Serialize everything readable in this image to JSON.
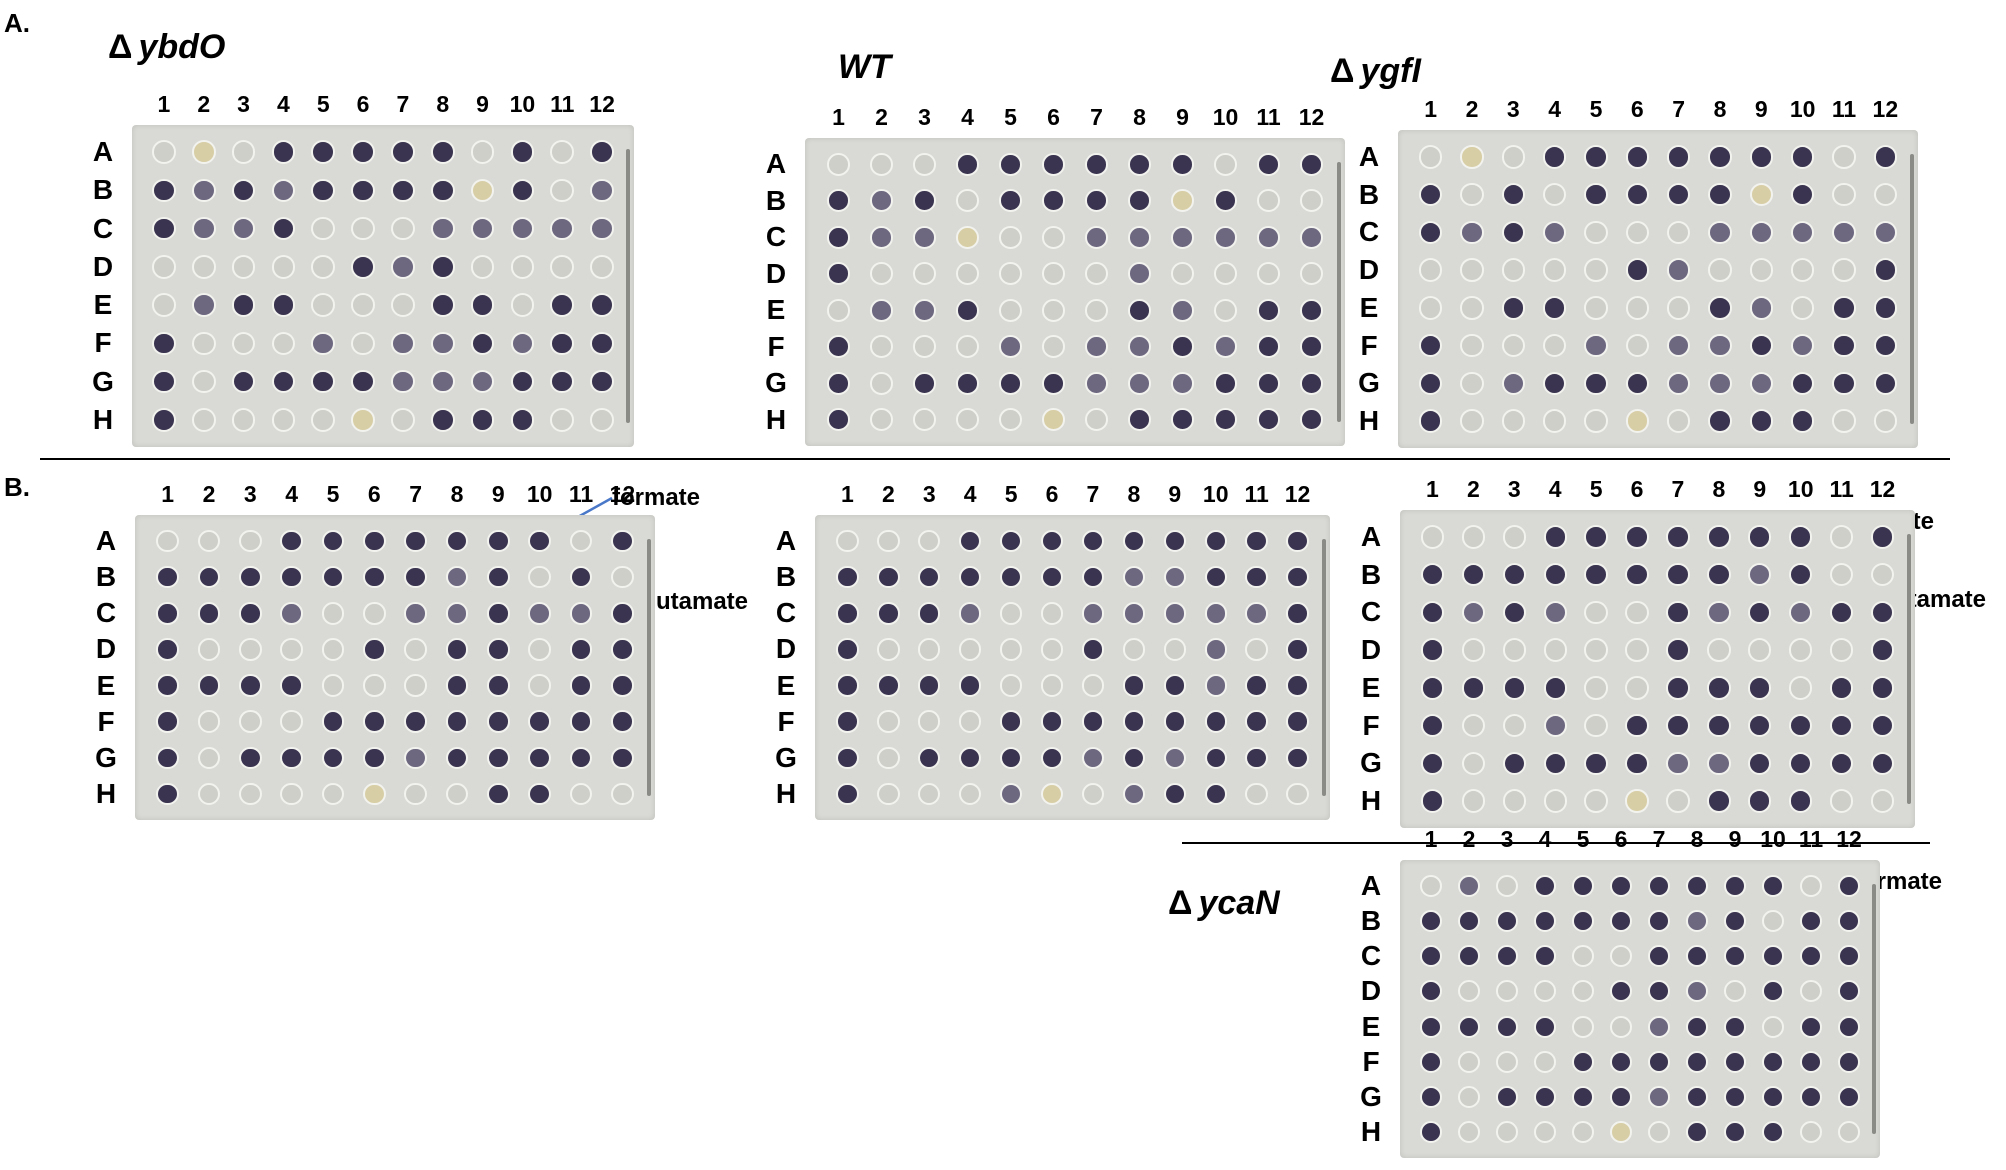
{
  "panels": {
    "a_label": "A.",
    "b_label": "B."
  },
  "strains": {
    "ybdO": "ybdO",
    "wt": "WT",
    "ygfI": "ygfI",
    "ycaN": "ycaN",
    "delta_symbol": "Δ"
  },
  "axes": {
    "columns": [
      "1",
      "2",
      "3",
      "4",
      "5",
      "6",
      "7",
      "8",
      "9",
      "10",
      "11",
      "12"
    ],
    "rows": [
      "A",
      "B",
      "C",
      "D",
      "E",
      "F",
      "G",
      "H"
    ]
  },
  "annotations": {
    "formate": "formate",
    "l_glutamate": "L-glutamate"
  },
  "colors": {
    "plate": "#d9d9d5",
    "well_dark": "#3b3450",
    "well_mid": "#6d6780",
    "well_light": "#a9a6b2",
    "well_empty": "#cfcfca",
    "well_yellow": "#d8ceA6",
    "arrow": "#4a78c8"
  },
  "plates": [
    {
      "id": "a-ybdO",
      "wells": [
        "EYEDDDDDEDED",
        "DMDMDDDDYDEM",
        "DMMDEEEMMMMM",
        "EEEEEDMDEEEE",
        "EMDDEEEDDEDD",
        "DEEEMEMMDMDD",
        "DEDDDDMMMDDD",
        "DEEEEYEDDDEE"
      ]
    },
    {
      "id": "a-wt",
      "wells": [
        "EEEDDDDDDEDD",
        "DMDEDDDDYDEE",
        "DMMYEEMMMMMM",
        "DEEEEEEMEEEE",
        "EMMDEEEDMEDD",
        "DEEEMEMMDMDD",
        "DEDDDDMMMDDD",
        "DEEEEYEDDDDD"
      ]
    },
    {
      "id": "a-ygfI",
      "wells": [
        "EYEDDDDDDDED",
        "DEDEDDDDYDEE",
        "DMDMEEEMMMMM",
        "EEEEEDMEEEED",
        "EEDDEEEDMEDD",
        "DEEEMEMMDMDD",
        "DEMDDDMMMDDD",
        "DEEEEYEDDDEE"
      ]
    },
    {
      "id": "b-ybdO",
      "wells": [
        "EEEDDDDDDDED",
        "DDDDDDDMDEDE",
        "DDDMEEMMDMMD",
        "DEEEEDEDDEDD",
        "DDDDEEEDDEDD",
        "DEEEDDDDDDDD",
        "DEDDDDMDDDDD",
        "DEEEEYEEDDEE"
      ]
    },
    {
      "id": "b-wt",
      "wells": [
        "EEEDDDDDDDDD",
        "DDDDDDDMMDDD",
        "DDDMEEMMMMMD",
        "DEEEEEDEEMED",
        "DDDDEEEDDMDD",
        "DEEEDDDDDDDD",
        "DEDDDDMDMDDD",
        "DEEEMYEMDDEE"
      ]
    },
    {
      "id": "b-ygfI",
      "wells": [
        "EEEDDDDDDDED",
        "DDDDDDDDMDEE",
        "DMDMEEDMDMDD",
        "DEEEEEDEEEED",
        "DDDDEEDDDEDD",
        "DEEMEDDDDDDD",
        "DEDDDDMMDDDD",
        "DEEEEYEDDDEE"
      ]
    },
    {
      "id": "b-ycaN",
      "wells": [
        "EMEDDDDDDDED",
        "DDDDDDDMDEDD",
        "DDDDEEDDDDDD",
        "DEEEEDDMEDED",
        "DDDDEEMDDEDD",
        "DEEEDDDDDDDD",
        "DEDDDDMDDDDD",
        "DEEEEYEDDDEE"
      ]
    }
  ]
}
